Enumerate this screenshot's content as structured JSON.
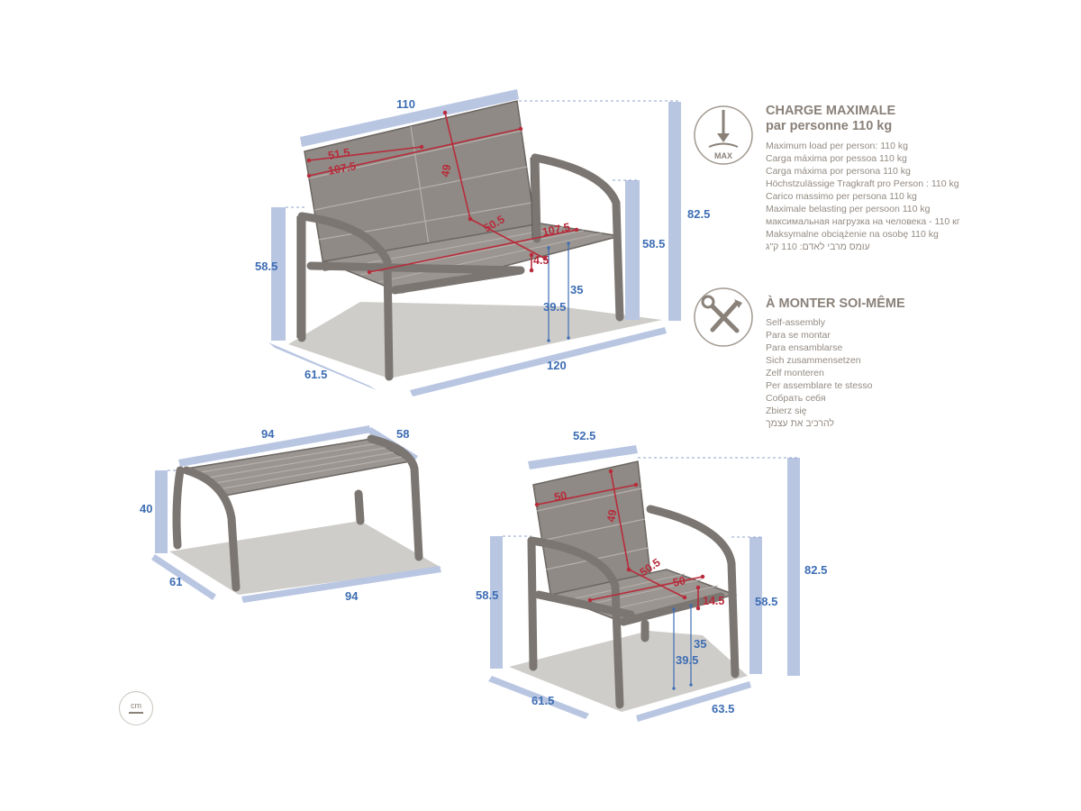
{
  "sofa": {
    "width_top": "110",
    "seat_width_small": "51.5",
    "seat_width_back": "107.5",
    "back_height": "49",
    "seat_depth": "50.5",
    "seat_width_front": "107.5",
    "seat_gap": "4.5",
    "arm_height_left": "58.5",
    "arm_height_right": "58.5",
    "total_height": "82.5",
    "seat_height": "35",
    "seat_height_front": "39.5",
    "depth": "61.5",
    "width": "120"
  },
  "table": {
    "length_top": "94",
    "width_top": "58",
    "height": "40",
    "depth": "61",
    "length": "94"
  },
  "chair": {
    "width_top": "52.5",
    "seat_width_back": "50",
    "back_height": "49",
    "seat_depth": "50.5",
    "seat_width_front": "50",
    "seat_gap": "14.5",
    "arm_height_left": "58.5",
    "arm_height_right": "58.5",
    "total_height": "82.5",
    "seat_height": "35",
    "seat_height_front": "39.5",
    "depth": "61.5",
    "width": "63.5"
  },
  "max_load": {
    "badge_label": "MAX",
    "title_line1": "CHARGE MAXIMALE",
    "title_line2": "par personne 110 kg",
    "lines": [
      "Maximum load per person: 110 kg",
      "Carga máxima por pessoa 110 kg",
      "Carga máxima por persona 110 kg",
      "Höchstzulässige Tragkraft pro Person : 110 kg",
      "Carico massimo per persona 110 kg",
      "Maximale belasting per persoon 110 kg",
      "максимальная нагрузка на человека - 110 кг",
      "Maksymalne obciążenie na osobę 110 kg",
      "עומס מרבי לאדם: 110 ק\"ג"
    ]
  },
  "assembly": {
    "title": "À MONTER SOI-MÊME",
    "lines": [
      "Self-assembly",
      "Para se montar",
      "Para ensamblarse",
      "Sich zusammensetzen",
      "Zelf monteren",
      "Per assemblare te stesso",
      "Собрать себя",
      "Zbierz się",
      "להרכיב את עצמך"
    ]
  },
  "unit_label": "cm",
  "colors": {
    "frame": "#7b7671",
    "slat": "#9a9590",
    "floor": "#cfcdca",
    "dimension_blue": "#3d6db3",
    "dimension_red": "#b82b3a",
    "dimension_band": "#b9c6e2",
    "text_grey": "#8a8179"
  },
  "icons": [
    "max-load-icon",
    "tools-icon"
  ]
}
